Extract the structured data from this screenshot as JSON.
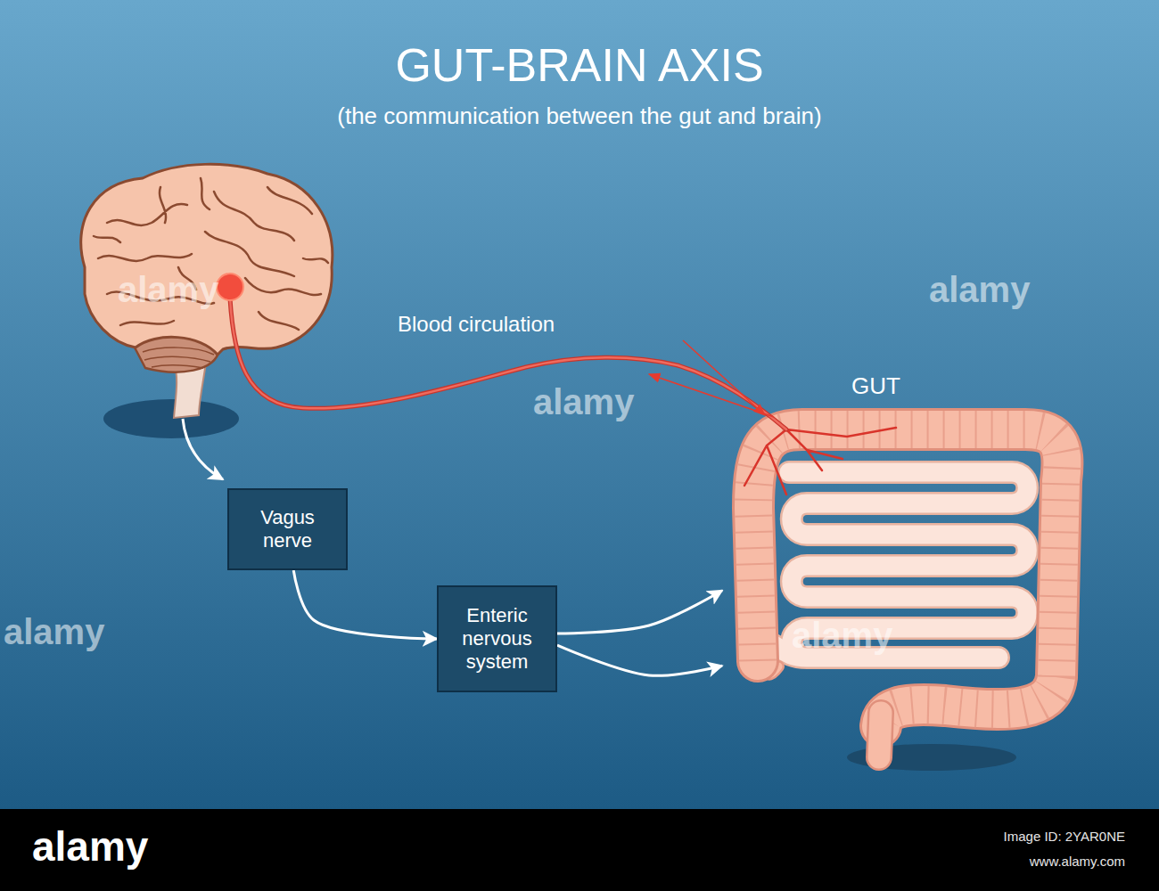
{
  "diagram": {
    "title": "GUT-BRAIN AXIS",
    "nodes": [
      {
        "text": [
          "Vagus nerve"
        ]
      },
      {
        "text": [
          "Enteric nervous system"
        ]
      },
      {
        "text": [
          "GUT"
        ]
      }
    ],
    "edges": [
      {
        "from": 0,
        "to": 1,
        "arrow": "to"
      },
      {
        "from": 1,
        "to": 2,
        "arrow": "to"
      },
      {
        "from": 1,
        "to": 2,
        "arrow": "to"
      }
    ],
    "labels": [
      "(the communication between the gut and brain)",
      "Blood circulation",
      "alamy",
      "alamy",
      "alamy",
      "alamy",
      "alamy",
      "alamy",
      "Image ID: 2YAR0NE",
      "www.alamy.com"
    ]
  }
}
